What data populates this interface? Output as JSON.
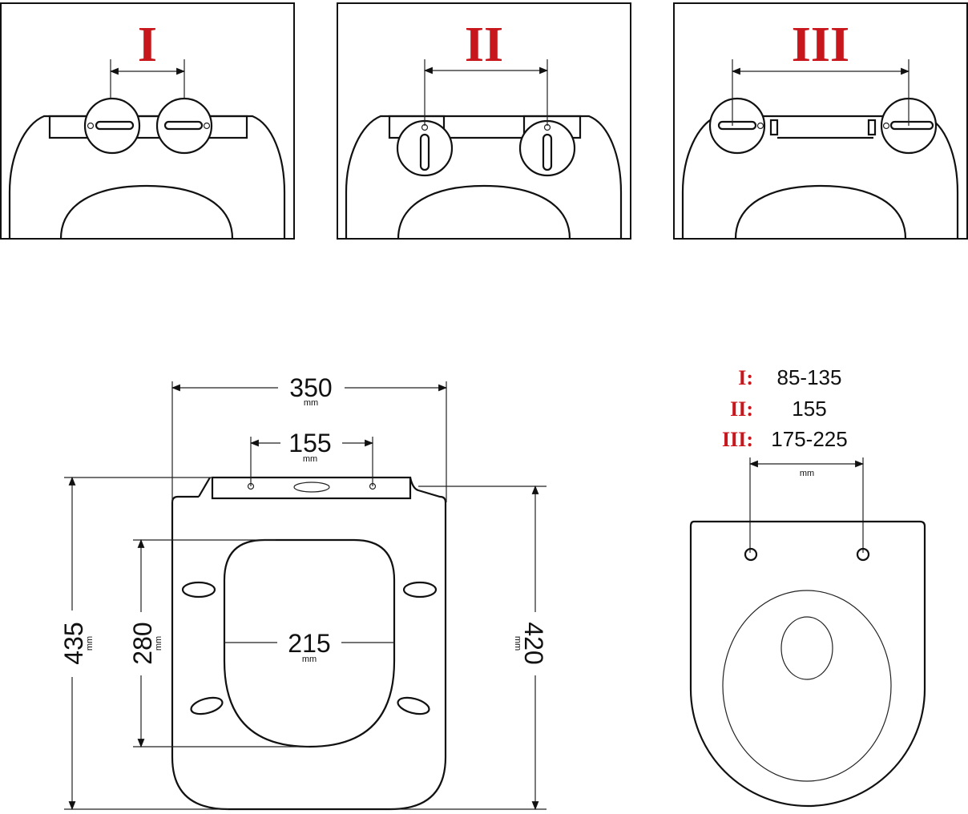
{
  "panels": [
    {
      "label": "I"
    },
    {
      "label": "II"
    },
    {
      "label": "III"
    }
  ],
  "seat_dimensions": {
    "total_width": "350",
    "hinge_spacing": "155",
    "opening_width": "215",
    "total_length": "435",
    "opening_length": "280",
    "seat_length": "420",
    "unit": "mm"
  },
  "legend": [
    {
      "key": "I:",
      "value": "85-135"
    },
    {
      "key": "II:",
      "value": "155"
    },
    {
      "key": "III:",
      "value": "175-225"
    }
  ],
  "legend_unit": "mm",
  "colors": {
    "accent": "#c8161d",
    "line": "#111111"
  }
}
